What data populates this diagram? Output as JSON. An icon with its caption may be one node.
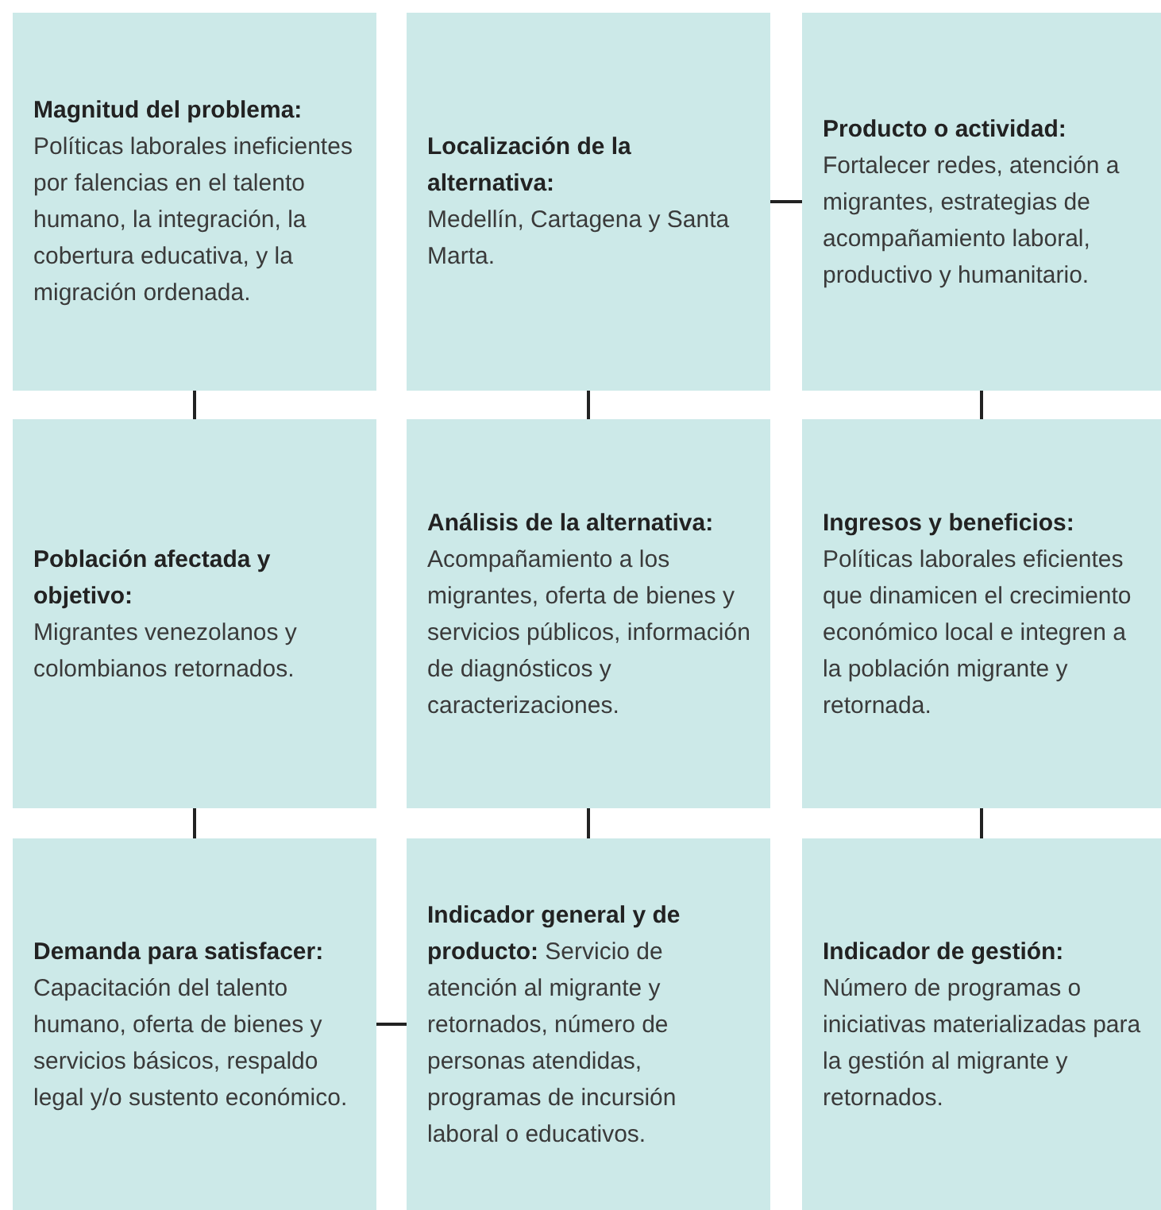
{
  "diagram": {
    "nodes": [
      {
        "text": [
          "**Magnitud del problema:** Políticas laborales ineficientes por falencias en el talento humano, la integración, la cobertura educativa, y la migración ordenada."
        ]
      },
      {
        "text": [
          "Localización de la alternativa:",
          "Medellín, Cartagena y Santa Marta."
        ]
      },
      {
        "text": [
          "Producto o actividad:",
          "Fortalecer redes, atención a migrantes, estrategias de acompañamiento laboral, productivo y humanitario."
        ]
      },
      {
        "text": [
          "Población afectada y objetivo:",
          "Migrantes venezolanos y colombianos retornados."
        ]
      },
      {
        "text": [
          "Análisis de la alternativa:",
          "Acompañamiento a los migrantes, oferta de bienes y servicios públicos, información de diagnósticos y caracterizaciones."
        ]
      },
      {
        "text": [
          "Ingresos y beneficios:",
          "Políticas laborales eficientes que dinamicen el crecimiento económico local e integren a la población migrante y retornada."
        ]
      },
      {
        "text": [
          "Demanda para satisfacer:",
          "Capacitación del talento humano, oferta de bienes y servicios básicos, respaldo legal y/o sustento económico."
        ]
      },
      {
        "text": [
          "**Indicador general y de producto:** Servicio de atención al migrante y retornados, número de personas atendidas, programas de incursión laboral o educativos."
        ]
      },
      {
        "text": [
          "Indicador de gestión:",
          "Número de programas o iniciativas materializadas para la gestión al migrante y retornados."
        ]
      }
    ],
    "edges": [
      {
        "from": 0,
        "to": 3,
        "arrow": "none"
      },
      {
        "from": 1,
        "to": 4,
        "arrow": "none"
      },
      {
        "from": 2,
        "to": 5,
        "arrow": "none"
      },
      {
        "from": 3,
        "to": 6,
        "arrow": "none"
      },
      {
        "from": 4,
        "to": 7,
        "arrow": "none"
      },
      {
        "from": 5,
        "to": 8,
        "arrow": "none"
      },
      {
        "from": 1,
        "to": 2,
        "arrow": "none"
      },
      {
        "from": 6,
        "to": 7,
        "arrow": "none"
      }
    ]
  }
}
